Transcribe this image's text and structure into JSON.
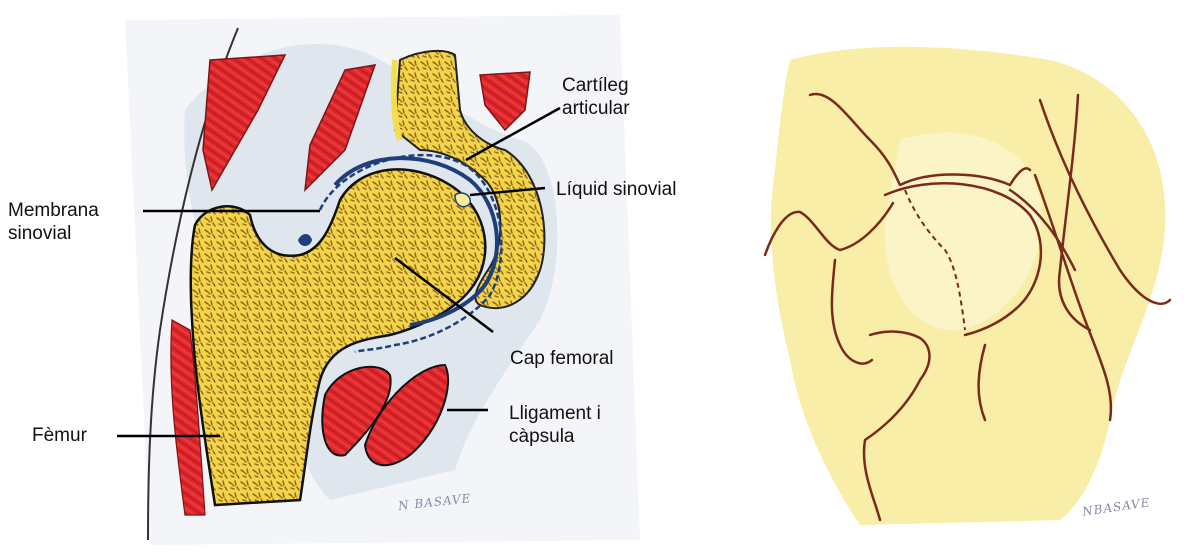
{
  "labels": {
    "cartilage": [
      "Cartíleg",
      "articular"
    ],
    "fluid": "Líquid sinovial",
    "membrane": [
      "Membrana",
      "sinovial"
    ],
    "head": "Cap femoral",
    "ligament": [
      "Lligament i",
      "càpsula"
    ],
    "femur": "Fèmur"
  },
  "signatures": {
    "left": "N BASAVE",
    "right": "NBASAVE"
  },
  "colors": {
    "bone": "#f4de4f",
    "bone_light": "#f7ec9a",
    "marrow": "#9a6a1e",
    "muscle": "#e0262b",
    "muscle_dark": "#8b1c1c",
    "synovial": "#1f3f7a",
    "tissue": "#dfe6ee",
    "outline_right": "#7a2a1c"
  }
}
